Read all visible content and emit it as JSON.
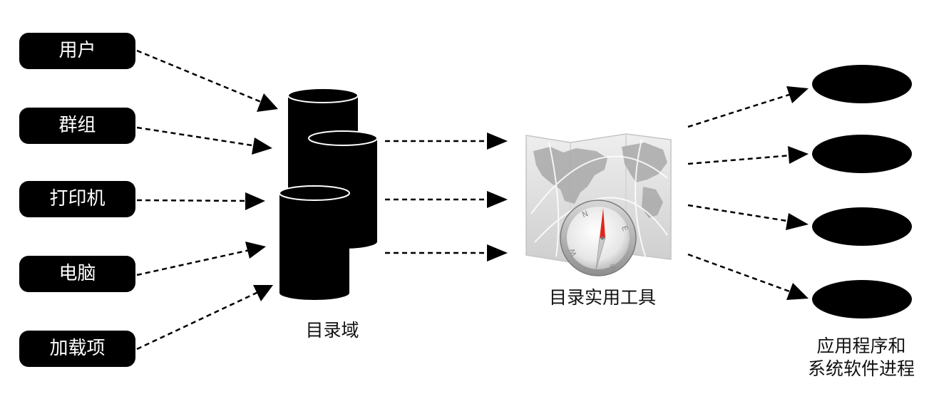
{
  "sources": [
    {
      "label": "用户"
    },
    {
      "label": "群组"
    },
    {
      "label": "打印机"
    },
    {
      "label": "电脑"
    },
    {
      "label": "加载项"
    }
  ],
  "directory_domain": {
    "label": "目录域"
  },
  "directory_utility": {
    "label": "目录实用工具",
    "icon": "map-compass-icon"
  },
  "targets": {
    "label_line1": "应用程序和",
    "label_line2": "系统软件进程",
    "count": 4
  },
  "colors": {
    "fill": "#000000",
    "text_on_fill": "#ffffff",
    "text": "#111111"
  }
}
